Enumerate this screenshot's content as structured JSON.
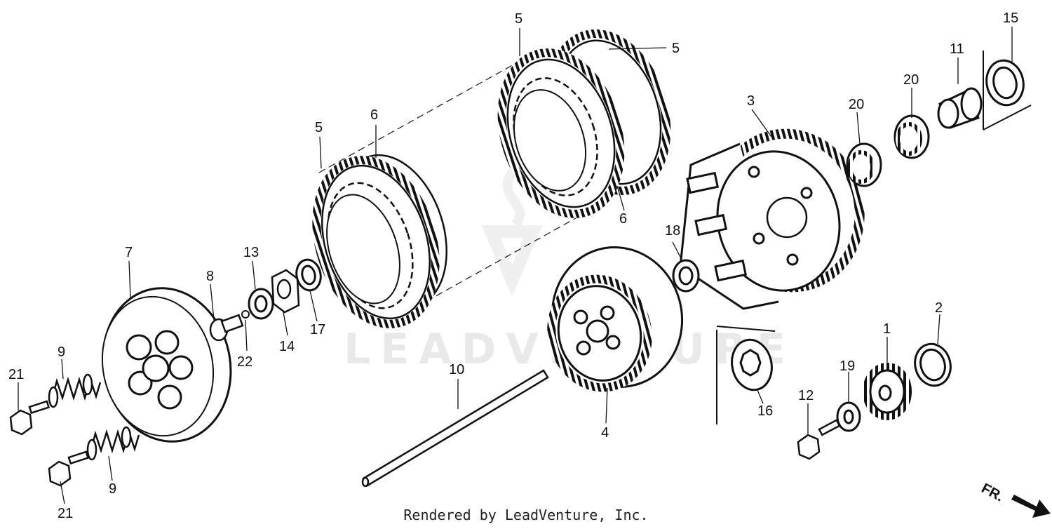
{
  "watermark": "LEADVENTURE",
  "footer": "Rendered by LeadVenture, Inc.",
  "direction_marker": "FR.",
  "callouts": {
    "c1": "1",
    "c2": "2",
    "c3": "3",
    "c4": "4",
    "c5a": "5",
    "c5b": "5",
    "c5c": "5",
    "c6a": "6",
    "c6b": "6",
    "c7": "7",
    "c8": "8",
    "c9a": "9",
    "c9b": "9",
    "c10": "10",
    "c11": "11",
    "c12": "12",
    "c13": "13",
    "c14": "14",
    "c15": "15",
    "c16": "16",
    "c17": "17",
    "c18": "18",
    "c19": "19",
    "c20a": "20",
    "c20b": "20",
    "c21a": "21",
    "c21b": "21",
    "c22": "22"
  }
}
